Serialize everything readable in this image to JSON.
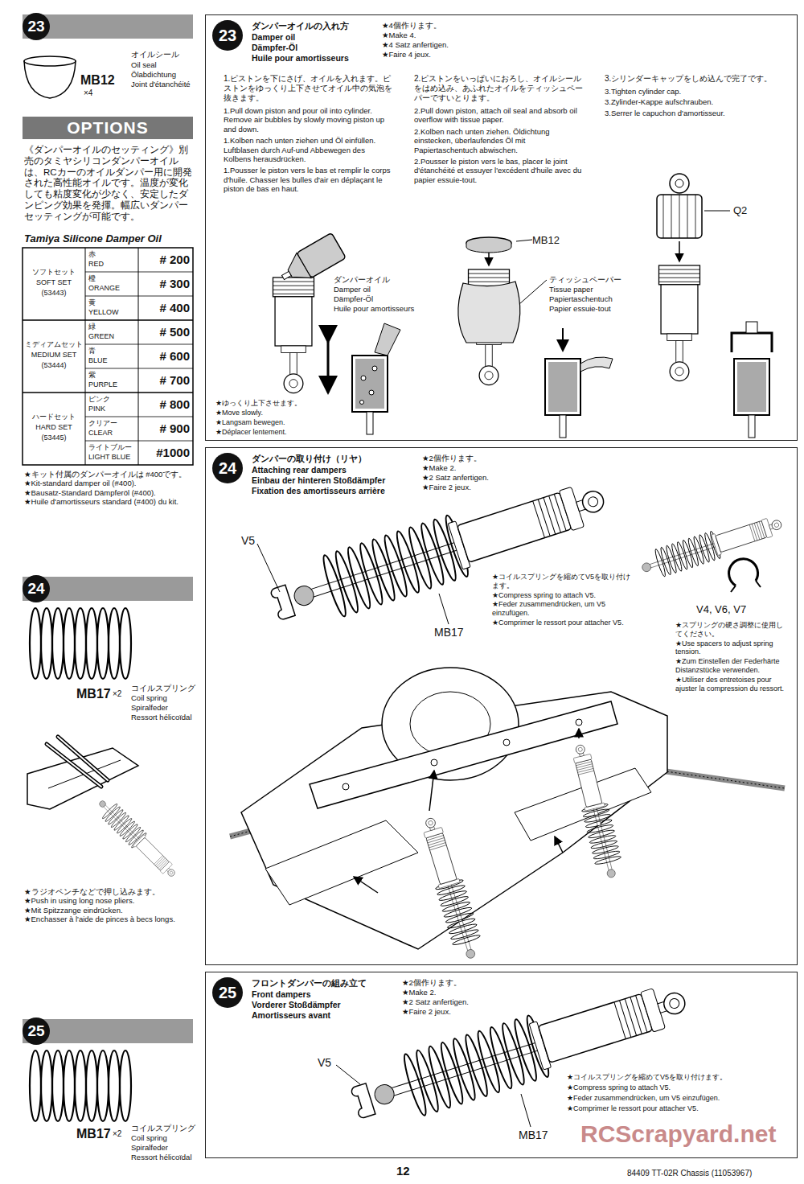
{
  "diagram": {
    "nodes": [
      {
        "text": [
          "23"
        ]
      },
      {
        "text": [
          "OPTIONS"
        ]
      },
      {
        "text": [
          "24"
        ]
      },
      {
        "text": [
          "25"
        ]
      },
      {
        "text": [
          "23"
        ]
      },
      {
        "text": [
          "24"
        ]
      },
      {
        "text": [
          "25"
        ]
      }
    ],
    "labels": [
      "MB12",
      "×4",
      "オイルシール",
      "Oil seal",
      "Ölabdichtung",
      "Joint d'étanchéité",
      "《ダンパーオイルのセッティング》別売のタミヤシリコンダンパーオイルは、RCカーのオイルダンパー用に開発された高性能オイルです。温度が変化しても粘度変化が少なく、安定したダンピング効果を発揮。幅広いダンパーセッティングが可能です。",
      "Tamiya Silicone Damper Oil",
      "ソフトセット",
      "SOFT SET",
      "(53443)",
      "ミディアムセット",
      "MEDIUM SET",
      "(53444)",
      "ハードセット",
      "HARD SET",
      "(53445)",
      "赤",
      "RED",
      "橙",
      "ORANGE",
      "黄",
      "YELLOW",
      "緑",
      "GREEN",
      "青",
      "BLUE",
      "紫",
      "PURPLE",
      "ピンク",
      "PINK",
      "クリアー",
      "CLEAR",
      "ライトブルー",
      "LIGHT BLUE",
      "# 200",
      "# 300",
      "# 400",
      "# 500",
      "# 600",
      "# 700",
      "# 800",
      "# 900",
      "#1000",
      "★キット付属のダンパーオイルは #400です。",
      "★Kit-standard damper oil (#400).",
      "★Bausatz-Standard Dämpferöl (#400).",
      "★Huile d'amortisseurs standard (#400) du kit.",
      "MB17",
      "×2",
      "コイルスプリング",
      "Coil spring",
      "Spiralfeder",
      "Ressort hélicoïdal",
      "★ラジオペンチなどで押し込みます。",
      "★Push in using long nose pliers.",
      "★Mit Spitzzange eindrücken.",
      "★Enchasser à l'aide de pinces à becs longs.",
      "MB17",
      "×2",
      "コイルスプリング",
      "Coil spring",
      "Spiralfeder",
      "Ressort hélicoïdal",
      "ダンパーオイルの入れ方",
      "Damper oil",
      "Dämpfer-Öl",
      "Huile pour amortisseurs",
      "★4個作ります。",
      "★Make 4.",
      "★4 Satz anfertigen.",
      "★Faire 4 jeux.",
      "1.ピストンを下にさげ、オイルを入れます。ピストンをゆっくり上下させてオイル中の気泡を抜きます。",
      "1.Pull down piston and pour oil into cylinder. Remove air bubbles by slowly moving piston up and down.",
      "1.Kolben nach unten ziehen und Öl einfüllen. Luftblasen durch Auf-und Abbewegen des Kolbens herausdrücken.",
      "1.Pousser le piston vers le bas et remplir le corps d'huile. Chasser les bulles d'air en déplaçant le piston de bas en haut.",
      "2.ピストンをいっぱいにおろし、オイルシールをはめ込み、あふれたオイルをティッシュペーパーですいとります。",
      "2.Pull down piston, attach oil seal and absorb oil overflow with tissue paper.",
      "2.Kolben nach unten ziehen. Öldichtung einstecken, überlaufendes Öl mit Papiertaschentuch abwischen.",
      "2.Pousser le piston vers le bas, placer le joint d'étanchéité et essuyer l'excédent d'huile avec du papier essuie-tout.",
      "3.シリンダーキャップをしめ込んで完了です。",
      "3.Tighten cylinder cap.",
      "3.Zylinder-Kappe aufschrauben.",
      "3.Serrer le capuchon d'amortisseur.",
      "ダンパーオイル",
      "Damper oil",
      "Dämpfer-Öl",
      "Huile pour amortisseurs",
      "MB12",
      "ティッシュペーパー",
      "Tissue paper",
      "Papiertaschentuch",
      "Papier essuie-tout",
      "Q2",
      "★ゆっくり上下させます。",
      "★Move slowly.",
      "★Langsam bewegen.",
      "★Déplacer lentement.",
      "ダンパーの取り付け（リヤ）",
      "Attaching rear dampers",
      "Einbau der hinteren Stoßdämpfer",
      "Fixation des amortisseurs arrière",
      "★2個作ります。",
      "★Make 2.",
      "★2 Satz anfertigen.",
      "★Faire 2 jeux.",
      "V5",
      "MB17",
      "★コイルスプリングを縮めてV5を取り付けます。",
      "★Compress spring to attach V5.",
      "★Feder zusammendrücken, um V5 einzufügen.",
      "★Comprimer le ressort pour attacher V5.",
      "V4, V6, V7",
      "★スプリングの硬さ調整に使用してください。",
      "★Use spacers to adjust spring tension.",
      "★Zum Einstellen der Federhärte Distanzstücke verwenden.",
      "★Utiliser des entretoises pour ajuster la compression du ressort.",
      "フロントダンパーの組み立て",
      "Front dampers",
      "Vorderer Stoßdämpfer",
      "Amortisseurs avant",
      "★2個作ります。",
      "★Make 2.",
      "★2 Satz anfertigen.",
      "★Faire 2 jeux.",
      "V5",
      "MB17",
      "★コイルスプリングを縮めてV5を取り付けます。",
      "★Compress spring to attach V5.",
      "★Feder zusammendrücken, um V5 einzufügen.",
      "★Comprimer le ressort pour attacher V5.",
      "12",
      "84409 TT-02R Chassis (11053967)",
      "RCScrapyard.net"
    ]
  }
}
